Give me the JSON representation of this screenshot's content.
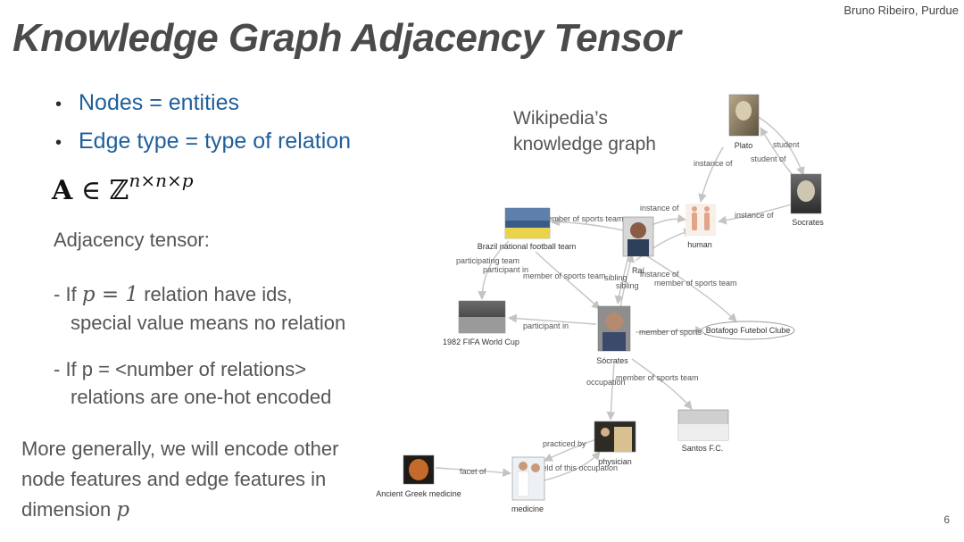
{
  "author": "Bruno Ribeiro, Purdue",
  "title": "Knowledge Graph Adjacency Tensor",
  "page_number": "6",
  "bullets": [
    "Nodes = entities",
    "Edge type = type of relation"
  ],
  "formula": {
    "A": "A",
    "in": "∈",
    "set": "ℤ",
    "exponent": "n×n×p"
  },
  "adjacency_label": "Adjacency tensor:",
  "case1": {
    "dash": "-",
    "if": "If",
    "math": "p = 1",
    "rest1": "relation have ids,",
    "line2": "special value means no relation"
  },
  "case2": {
    "line1": "- If p = <number of relations>",
    "line2": "relations are one-hot encoded"
  },
  "general": {
    "line1": "More generally, we will encode other",
    "line2": "node features and edge features in",
    "line3_prefix": "dimension",
    "line3_math": "p"
  },
  "caption": {
    "line1": "Wikipedia’s",
    "line2": "knowledge graph"
  },
  "graph": {
    "nodes": [
      {
        "id": "plato",
        "label": "Plato",
        "icon": "bust-photo"
      },
      {
        "id": "socrates",
        "label": "Socrates",
        "icon": "bust-photo"
      },
      {
        "id": "human",
        "label": "human",
        "icon": "human-figures"
      },
      {
        "id": "brazil",
        "label": "Brazil national football team",
        "icon": "team-photo"
      },
      {
        "id": "rai",
        "label": "Raí",
        "icon": "person-photo"
      },
      {
        "id": "worldcup",
        "label": "1982 FIFA World Cup",
        "icon": "team-photo"
      },
      {
        "id": "socrates_player",
        "label": "Sócrates",
        "icon": "person-photo"
      },
      {
        "id": "botafogo",
        "label": "Botafogo Futebol Clube",
        "icon": "ellipse"
      },
      {
        "id": "santos",
        "label": "Santos F.C.",
        "icon": "team-photo"
      },
      {
        "id": "physician",
        "label": "physician",
        "icon": "person-photo"
      },
      {
        "id": "medicine",
        "label": "medicine",
        "icon": "person-photo"
      },
      {
        "id": "greek_medicine",
        "label": "Ancient Greek medicine",
        "icon": "vase-photo"
      }
    ],
    "edge_labels": [
      "student",
      "student of",
      "instance of",
      "instance of",
      "instance of",
      "member of sports team",
      "participating team",
      "participant in",
      "member of sports team",
      "sibling",
      "sibling",
      "instance of",
      "member of sports team",
      "participant in",
      "member of sports team",
      "occupation",
      "member of sports team",
      "practiced by",
      "field of this occupation",
      "facet of"
    ]
  }
}
